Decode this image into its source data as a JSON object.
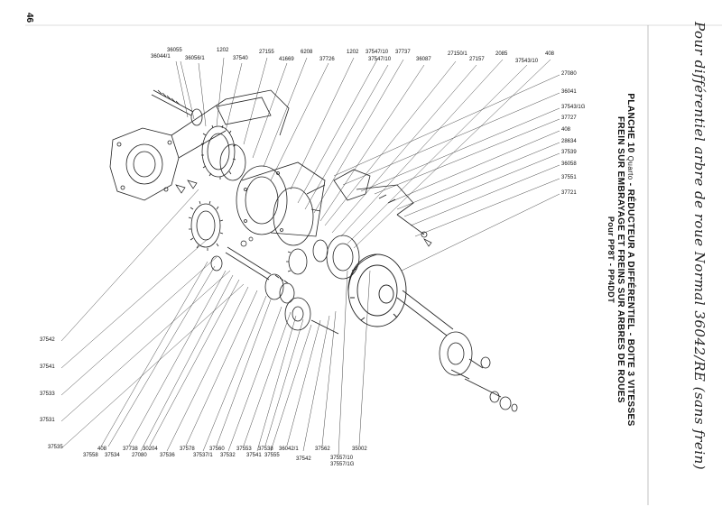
{
  "page_number": "46",
  "title": {
    "line1_prefix": "PLANCHE 10",
    "line1_small": "Quarto",
    "line1_rest": "- RÉDUCTEUR A DIFFÉRENTIEL - BOITE 3 VITESSES",
    "line2": "FREIN SUR EMBRAYAGE ET FREINS SUR ARBRES DE ROUES",
    "line3": "Pour PP8T - PP4DDT"
  },
  "handwritten_note": "Pour différentiel arbre de roue Normal 36042/RE (sans frein)",
  "labels": {
    "l36055": "36055",
    "l36044": "36044/1",
    "l36056": "36056/1",
    "l1202a": "1202",
    "l37540": "37540",
    "l27155": "27155",
    "l41669": "41669",
    "l6208": "6208",
    "l37726": "37726",
    "l1202b": "1202",
    "l37547_10_t": "37547/10",
    "l37547_10_b": "37547/10",
    "l37737": "37737",
    "l36087": "36087",
    "l27150": "27150/1",
    "l27157": "27157",
    "l2085": "2085",
    "l37543_10_t": "37543/10",
    "l408_t": "408",
    "r27080": "27080",
    "r36041": "36041",
    "r37543": "37543/1G",
    "r37727": "37727",
    "r408": "408",
    "r28634": "28634",
    "r37539": "37539",
    "r36058": "36058",
    "r37551": "37551",
    "r37721": "37721",
    "s37542": "37542",
    "s37541": "37541",
    "s37533": "37533",
    "s37531": "37531",
    "s37535": "37535",
    "b408": "408",
    "b37558": "37558",
    "b37534": "37534",
    "b37738": "37738",
    "b27080": "27080",
    "b30204": "30204",
    "b37536": "37536",
    "b37578": "37578",
    "b37537": "37537/1",
    "b37560": "37560",
    "b37532": "37532",
    "b37553": "37553",
    "b37541": "37541",
    "b37538": "37538",
    "b37555": "37555",
    "b36042": "36042/1",
    "b37542": "37542",
    "b37562": "37562",
    "b37557_10": "37557/10",
    "b37557_1g": "37557/1G",
    "b35002": "35002"
  }
}
